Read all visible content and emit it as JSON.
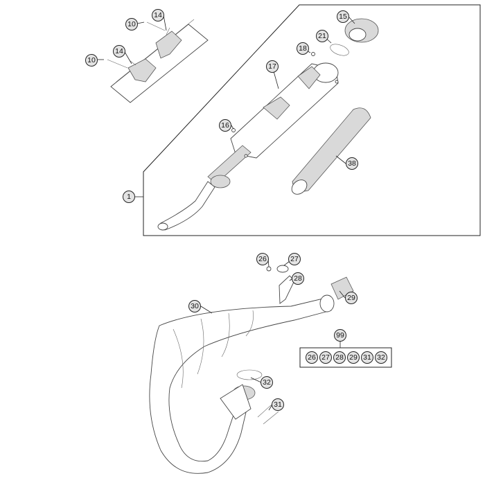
{
  "callouts": {
    "c14a": "14",
    "c10a": "10",
    "c14b": "14",
    "c10b": "10",
    "c15": "15",
    "c21": "21",
    "c18": "18",
    "c17": "17",
    "c16": "16",
    "c38": "38",
    "c1": "1",
    "c26": "26",
    "c27": "27",
    "c28": "28",
    "c29": "29",
    "c30": "30",
    "c99": "99",
    "k26": "26",
    "k27": "27",
    "k28": "28",
    "k29": "29",
    "k31": "31",
    "k32": "32",
    "c32": "32",
    "c31": "31"
  }
}
